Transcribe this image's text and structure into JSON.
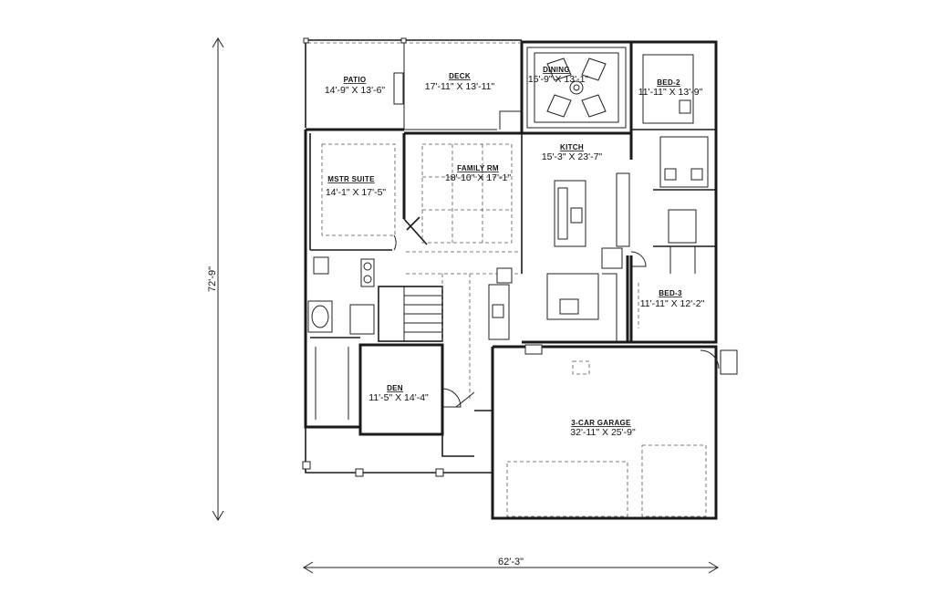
{
  "plan": {
    "overall_width": "62'-3\"",
    "overall_depth": "72'-9\""
  },
  "rooms": {
    "patio": {
      "name": "PATIO",
      "dims": "14'-9\" X 13'-6\""
    },
    "deck": {
      "name": "DECK",
      "dims": "17'-11\" X 13'-11\""
    },
    "dining": {
      "name": "DINING",
      "dims": "15'-9\" X 13'-1\""
    },
    "bed2": {
      "name": "BED-2",
      "dims": "11'-11\" X 13'-9\""
    },
    "kitchen": {
      "name": "KITCH",
      "dims": "15'-3\" X 23'-7\""
    },
    "family": {
      "name": "FAMILY RM",
      "dims": "18'-10\" X 17'-1\""
    },
    "master": {
      "name": "MSTR SUITE",
      "dims": "14'-1\" X 17'-5\""
    },
    "bed3": {
      "name": "BED-3",
      "dims": "11'-11\" X 12'-2\""
    },
    "den": {
      "name": "DEN",
      "dims": "11'-5\" X 14'-4\""
    },
    "garage": {
      "name": "3-CAR GARAGE",
      "dims": "32'-11\" X 25'-9\""
    }
  }
}
